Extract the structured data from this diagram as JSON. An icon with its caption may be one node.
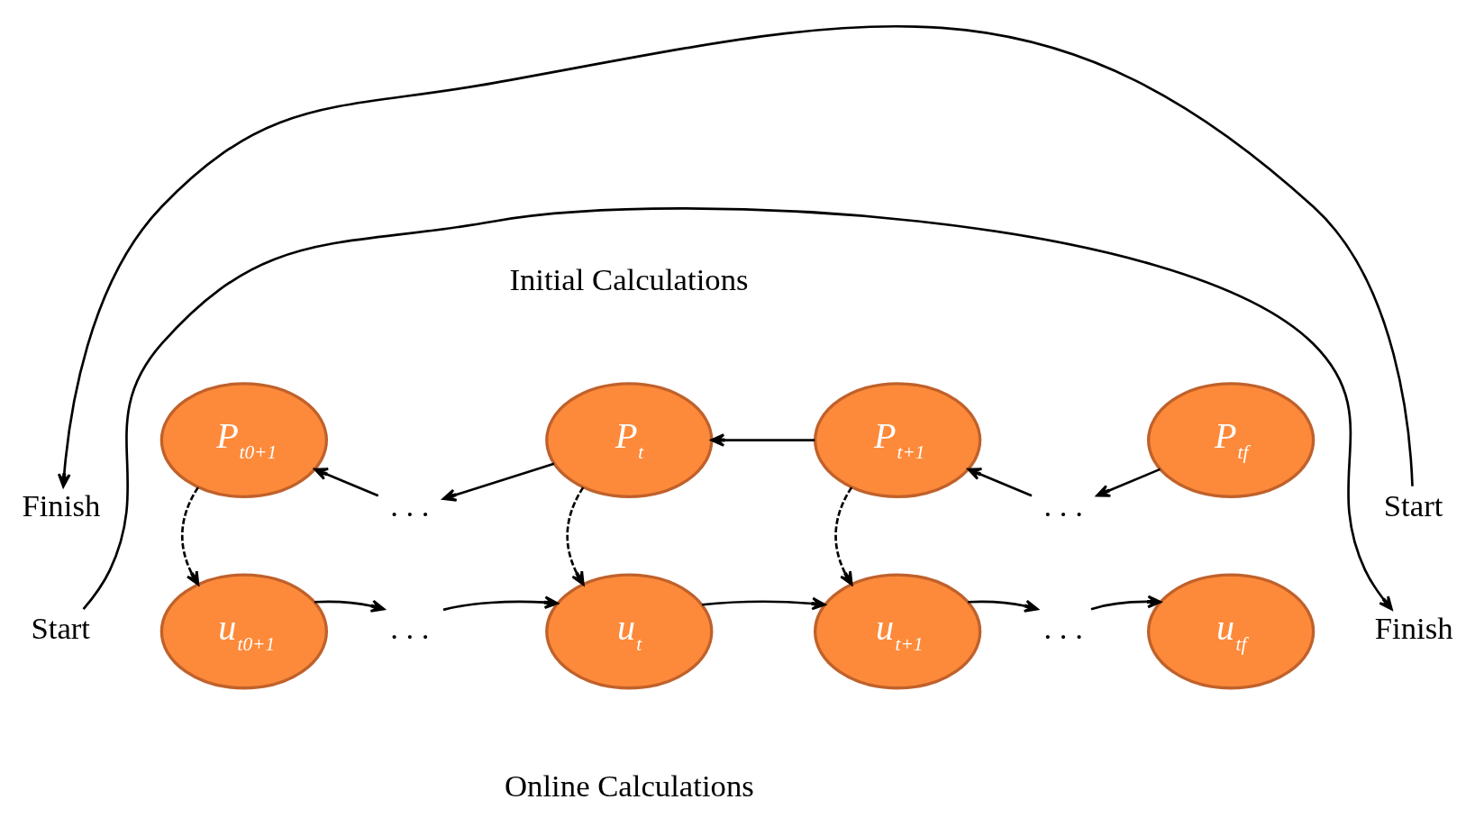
{
  "diagram": {
    "nodes": [
      {
        "text": [
          "Finish"
        ]
      },
      {
        "text": [
          "Start"
        ]
      },
      {
        "text": [
          "P$_{t0+1}$"
        ]
      },
      {
        "text": [
          ". . ."
        ]
      },
      {
        "text": [
          "P$_{t}$"
        ]
      },
      {
        "text": [
          "P$_{t+1}$"
        ]
      },
      {
        "text": [
          ". . ."
        ]
      },
      {
        "text": [
          "P$_{tf}$"
        ]
      },
      {
        "text": [
          "u$_{t0+1}$"
        ]
      },
      {
        "text": [
          ". . ."
        ]
      },
      {
        "text": [
          "u$_{t}$"
        ]
      },
      {
        "text": [
          "u$_{t+1}$"
        ]
      },
      {
        "text": [
          ". . ."
        ]
      },
      {
        "text": [
          "u$_{tf}$"
        ]
      },
      {
        "text": [
          "Start"
        ]
      },
      {
        "text": [
          "Finish"
        ]
      }
    ],
    "edges": [
      {
        "from": 1,
        "to": 0,
        "arrow": "to"
      },
      {
        "from": 3,
        "to": 2,
        "arrow": "to"
      },
      {
        "from": 4,
        "to": 3,
        "arrow": "to"
      },
      {
        "from": 5,
        "to": 4,
        "arrow": "to"
      },
      {
        "from": 6,
        "to": 5,
        "arrow": "to"
      },
      {
        "from": 7,
        "to": 6,
        "arrow": "to"
      },
      {
        "from": 2,
        "to": 8,
        "arrow": "to",
        "style": "dashed"
      },
      {
        "from": 4,
        "to": 10,
        "arrow": "to",
        "style": "dashed"
      },
      {
        "from": 5,
        "to": 11,
        "arrow": "to",
        "style": "dashed"
      },
      {
        "from": 8,
        "to": 9,
        "arrow": "to"
      },
      {
        "from": 9,
        "to": 10,
        "arrow": "to"
      },
      {
        "from": 10,
        "to": 11,
        "arrow": "to"
      },
      {
        "from": 11,
        "to": 12,
        "arrow": "to"
      },
      {
        "from": 12,
        "to": 13,
        "arrow": "to"
      },
      {
        "from": 14,
        "to": 15,
        "arrow": "to"
      }
    ],
    "labels": [
      "Initial Calculations",
      "Online Calculations"
    ]
  }
}
